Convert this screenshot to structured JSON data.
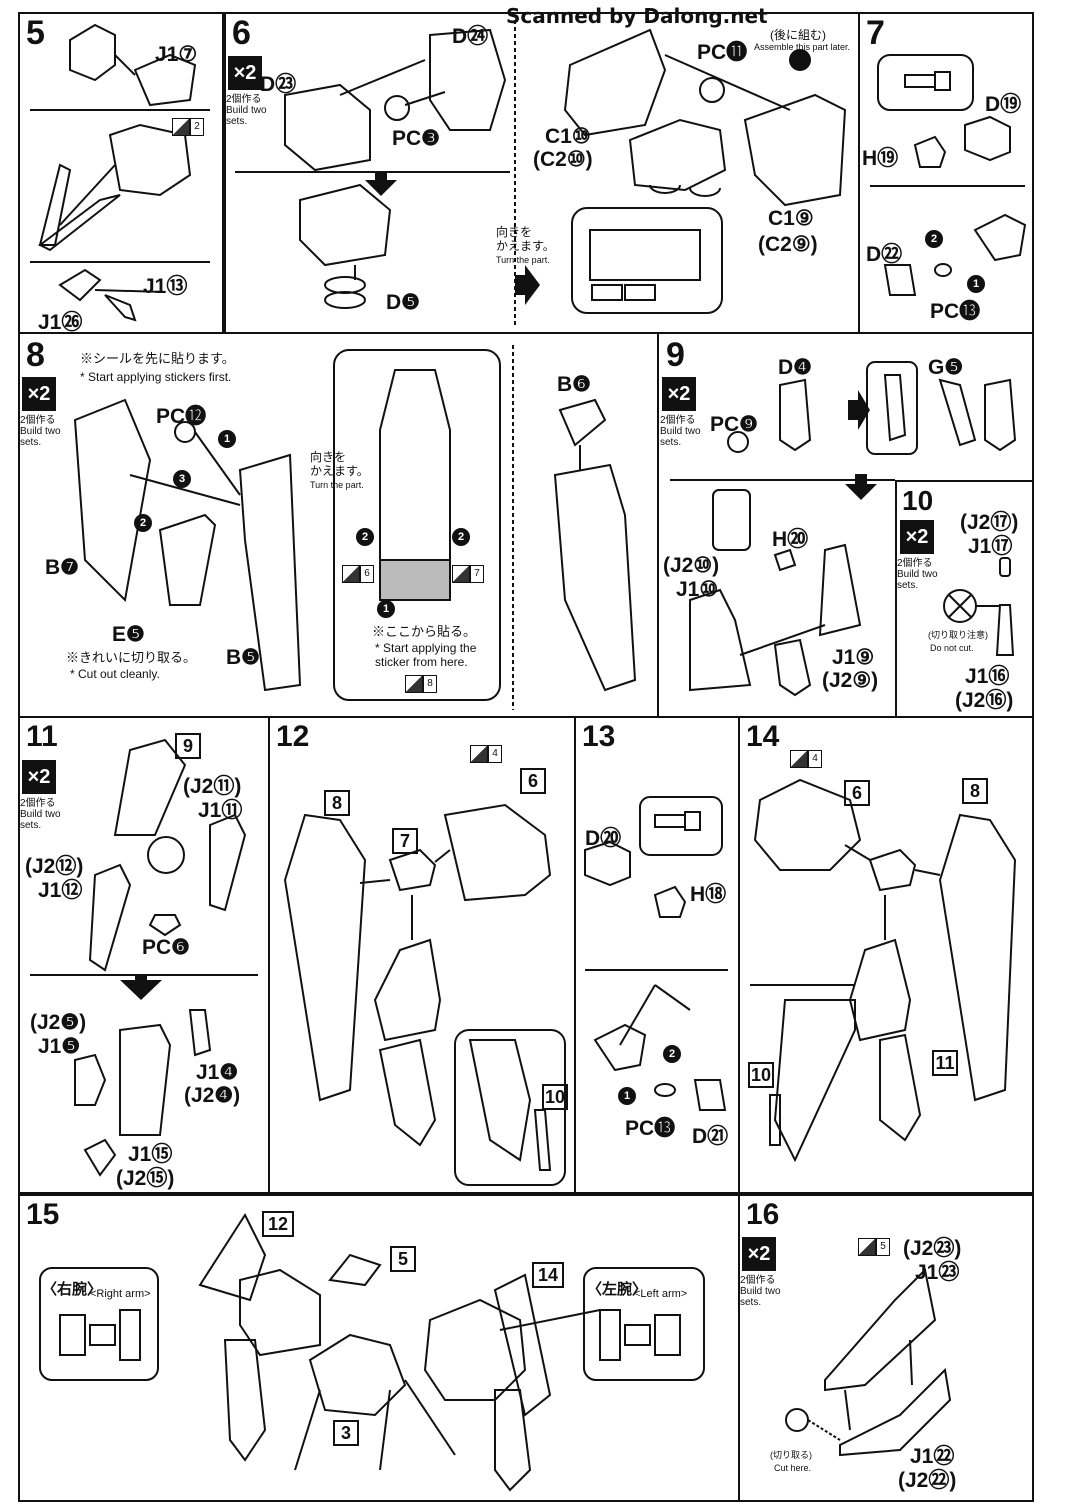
{
  "watermark": "Scanned by Dalong.net",
  "common": {
    "x2": "×2",
    "build_two_jp": "2個作る",
    "build_two_en": "Build two sets."
  },
  "step5": {
    "num": "5",
    "j1_7": "J1⑦",
    "j1_13": "J1⑬",
    "j1_26": "J1㉖",
    "sticker": "2"
  },
  "step6": {
    "num": "6",
    "d24": "D㉔",
    "d23": "D㉓",
    "pc3": "PC❸",
    "d5": "D❺",
    "pc11": "PC⓫",
    "later_jp": "(後に組む)",
    "later_en": "Assemble this part later.",
    "c1_10": "C1⑩",
    "c2_10": "(C2⑩)",
    "c1_9": "C1⑨",
    "c2_9": "(C2⑨)",
    "turn_jp": "向きを\nかえます。",
    "turn_en": "Turn the part."
  },
  "step7": {
    "num": "7",
    "d19": "D⑲",
    "h19": "H⑲",
    "d22": "D㉒",
    "pc13": "PC⓭"
  },
  "step8": {
    "num": "8",
    "stickers_first_jp": "※シールを先に貼ります。",
    "stickers_first_en": "* Start applying stickers first.",
    "pc12": "PC⓬",
    "b7": "B❼",
    "e5": "E❺",
    "b5": "B❺",
    "b6": "B❻",
    "cut_jp": "※きれいに切り取る。",
    "cut_en": "* Cut out cleanly.",
    "turn_jp": "向きを\nかえます。",
    "turn_en": "Turn the part.",
    "from_here_jp": "※ここから貼る。",
    "from_here_en": "* Start applying the\nsticker from here.",
    "s6": "6",
    "s7": "7",
    "s8": "8"
  },
  "step9": {
    "num": "9",
    "d4": "D❹",
    "pc9": "PC❾",
    "g5": "G❺",
    "h20": "H⑳",
    "j2_10": "(J2⑩)",
    "j1_10": "J1⑩",
    "j1_9": "J1⑨",
    "j2_9": "(J2⑨)"
  },
  "step10": {
    "num": "10",
    "j2_17": "(J2⑰)",
    "j1_17": "J1⑰",
    "no_cut_jp": "(切り取り注意)",
    "no_cut_en": "Do not cut.",
    "j1_16": "J1⑯",
    "j2_16": "(J2⑯)"
  },
  "step11": {
    "num": "11",
    "ref9": "9",
    "j2_11": "(J2⑪)",
    "j1_11": "J1⑪",
    "j2_12": "(J2⑫)",
    "j1_12": "J1⑫",
    "pc6": "PC❻",
    "j2_5": "(J2❺)",
    "j1_5": "J1❺",
    "j1_4": "J1❹",
    "j2_4": "(J2❹)",
    "j1_15": "J1⑮",
    "j2_15": "(J2⑮)"
  },
  "step12": {
    "num": "12",
    "ref8": "8",
    "ref7": "7",
    "ref6": "6",
    "ref10": "10",
    "sticker": "4"
  },
  "step13": {
    "num": "13",
    "d20": "D⑳",
    "h18": "H⑱",
    "pc13": "PC⓭",
    "d21": "D㉑"
  },
  "step14": {
    "num": "14",
    "ref6": "6",
    "ref8": "8",
    "ref10": "10",
    "ref11": "11",
    "sticker": "4"
  },
  "step15": {
    "num": "15",
    "ref12": "12",
    "ref5": "5",
    "ref14": "14",
    "ref3": "3",
    "right_jp": "〈右腕〉",
    "right_en": "<Right arm>",
    "left_jp": "〈左腕〉",
    "left_en": "<Left arm>"
  },
  "step16": {
    "num": "16",
    "j2_23": "(J2㉓)",
    "j1_23": "J1㉓",
    "j1_22": "J1㉒",
    "j2_22": "(J2㉒)",
    "cut_jp": "(切り取る)",
    "cut_en": "Cut here.",
    "sticker": "5"
  }
}
